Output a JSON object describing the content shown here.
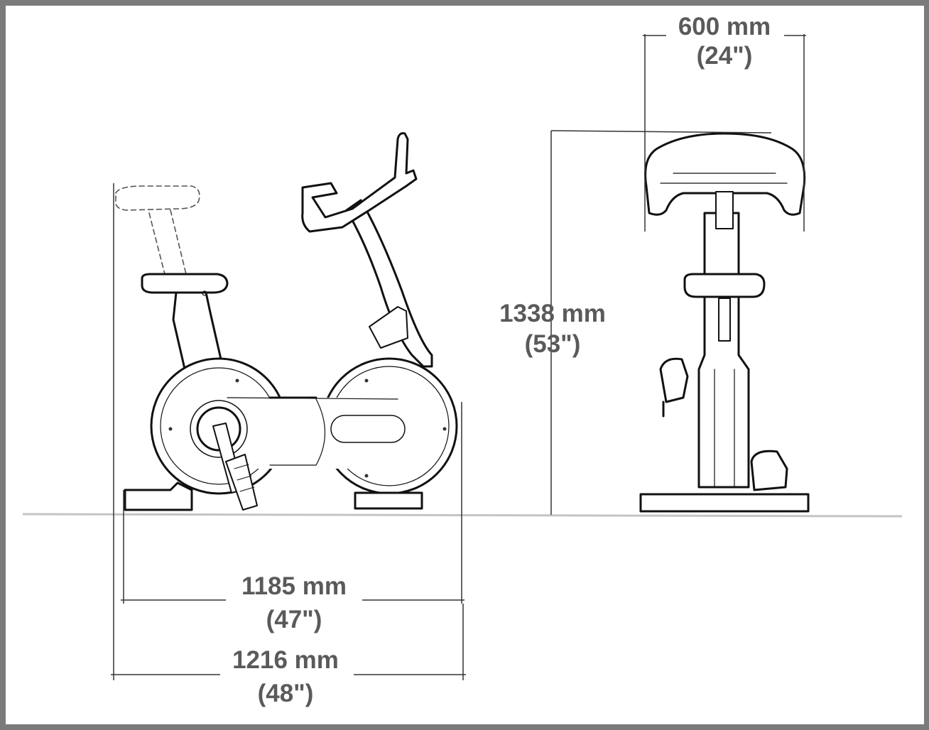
{
  "dimensions": {
    "width": {
      "metric": "600 mm",
      "imperial": "(24\")"
    },
    "height": {
      "metric": "1338 mm",
      "imperial": "(53\")"
    },
    "length": {
      "metric": "1185 mm",
      "imperial": "(47\")"
    },
    "length_extended": {
      "metric": "1216 mm",
      "imperial": "(48\")"
    }
  },
  "colors": {
    "outline": "#111111",
    "floor": "#bdbdbd",
    "dimension_line": "#333333",
    "text": "#5a5a5a",
    "frame": "#7b7b7b"
  }
}
